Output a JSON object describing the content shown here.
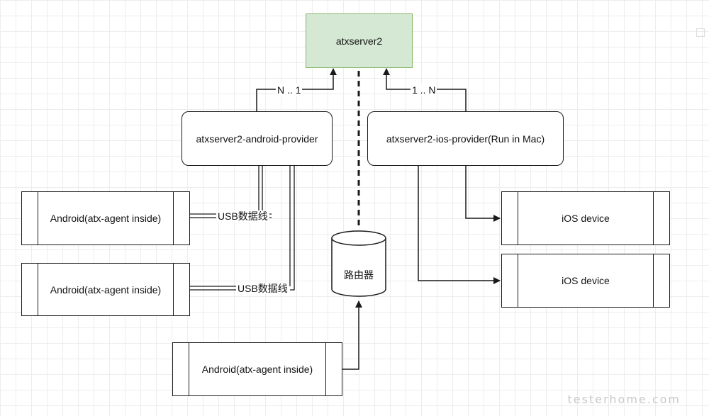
{
  "nodes": {
    "server": "atxserver2",
    "android_provider": "atxserver2-android-provider",
    "ios_provider": "atxserver2-ios-provider(Run in Mac)",
    "android_1": "Android(atx-agent inside)",
    "android_2": "Android(atx-agent inside)",
    "android_3": "Android(atx-agent inside)",
    "ios_1": "iOS device",
    "ios_2": "iOS device",
    "router": "路由器"
  },
  "edges": {
    "android_multiplicity": "N .. 1",
    "ios_multiplicity": "1 .. N",
    "usb_1": "USB数据线",
    "usb_2": "USB数据线"
  },
  "watermark": "testerhome.com",
  "colors": {
    "server_fill": "#d5e8d4",
    "server_stroke": "#82b366",
    "stroke": "#1a1a1a"
  }
}
